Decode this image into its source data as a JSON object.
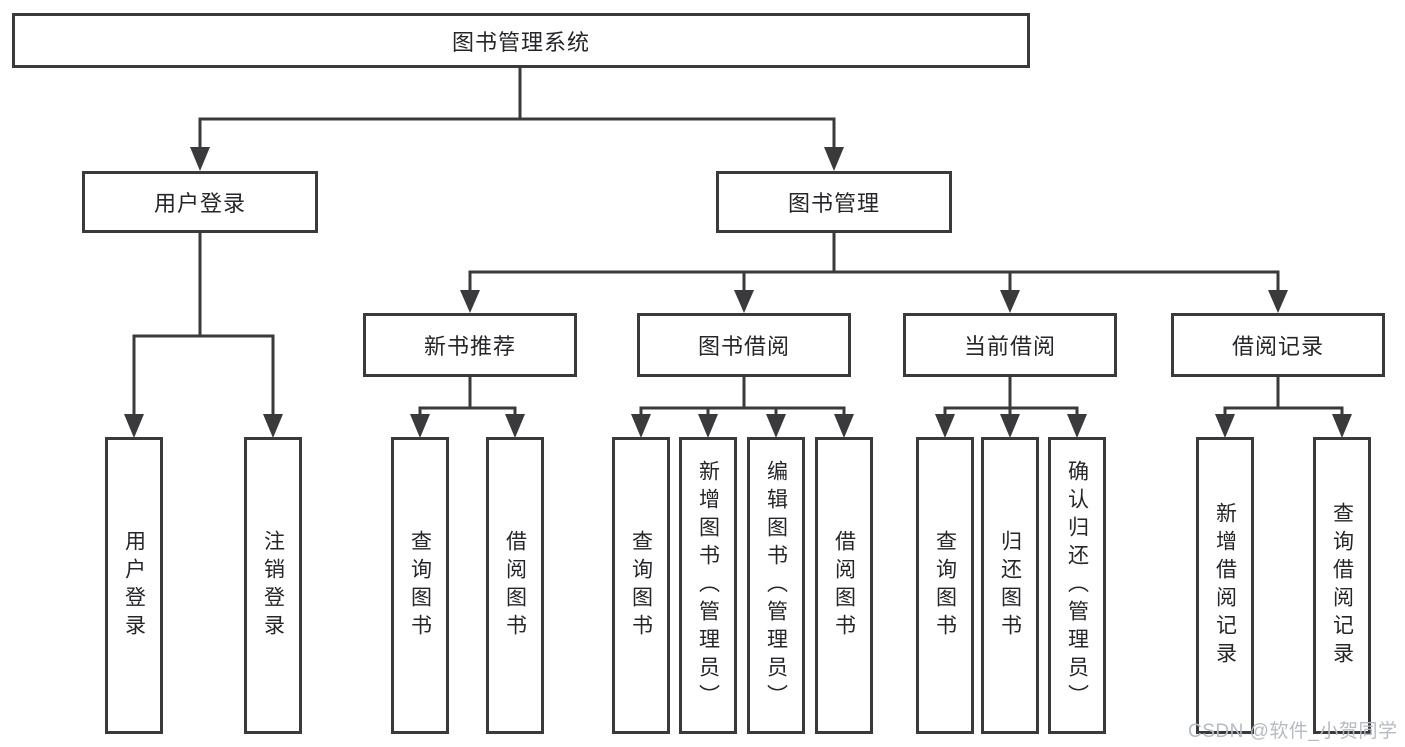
{
  "diagram_title": "图书管理系统",
  "nodes": {
    "root": {
      "label": "图书管理系统"
    },
    "user_login": {
      "label": "用户登录"
    },
    "book_management": {
      "label": "图书管理"
    },
    "new_book_recommend": {
      "label": "新书推荐"
    },
    "book_borrowing": {
      "label": "图书借阅"
    },
    "current_borrowing": {
      "label": "当前借阅"
    },
    "borrowing_records": {
      "label": "借阅记录"
    },
    "leaf_user_login": {
      "label": "用户登录"
    },
    "leaf_logout": {
      "label": "注销登录"
    },
    "leaf_query_books_1": {
      "label": "查询图书"
    },
    "leaf_borrow_books_1": {
      "label": "借阅图书"
    },
    "leaf_query_books_2": {
      "label": "查询图书"
    },
    "leaf_add_books_admin": {
      "label": "新增图书（管理员）"
    },
    "leaf_edit_books_admin": {
      "label": "编辑图书（管理员）"
    },
    "leaf_borrow_books_2": {
      "label": "借阅图书"
    },
    "leaf_query_books_3": {
      "label": "查询图书"
    },
    "leaf_return_books": {
      "label": "归还图书"
    },
    "leaf_confirm_return_admin": {
      "label": "确认归还（管理员）"
    },
    "leaf_add_borrow_record": {
      "label": "新增借阅记录"
    },
    "leaf_query_borrow_record": {
      "label": "查询借阅记录"
    }
  },
  "structure": {
    "图书管理系统": [
      "用户登录",
      "图书管理"
    ],
    "用户登录": [
      "用户登录",
      "注销登录"
    ],
    "图书管理": [
      "新书推荐",
      "图书借阅",
      "当前借阅",
      "借阅记录"
    ],
    "新书推荐": [
      "查询图书",
      "借阅图书"
    ],
    "图书借阅": [
      "查询图书",
      "新增图书（管理员）",
      "编辑图书（管理员）",
      "借阅图书"
    ],
    "当前借阅": [
      "查询图书",
      "归还图书",
      "确认归还（管理员）"
    ],
    "借阅记录": [
      "新增借阅记录",
      "查询借阅记录"
    ]
  },
  "watermark": {
    "text": "CSDN @软件_小贺同学",
    "color": "#b6bac3"
  },
  "colors": {
    "line": "#3a3a3c",
    "text": "#26262a",
    "background": "#ffffff"
  }
}
